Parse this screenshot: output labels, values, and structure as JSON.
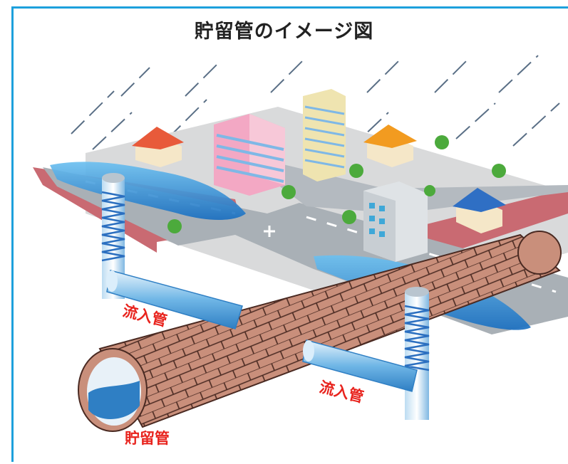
{
  "title": "貯留管のイメージ図",
  "labels": {
    "inflow_pipe_left": "流入管",
    "inflow_pipe_right": "流入管",
    "storage_pipe": "貯留管"
  },
  "colors": {
    "frame": "#1da0dc",
    "label_red": "#e8231d",
    "water": "#2b8fd8",
    "brick": "#c98f7b",
    "road": "#a9b0b6",
    "sidewalk": "#c96a72"
  }
}
